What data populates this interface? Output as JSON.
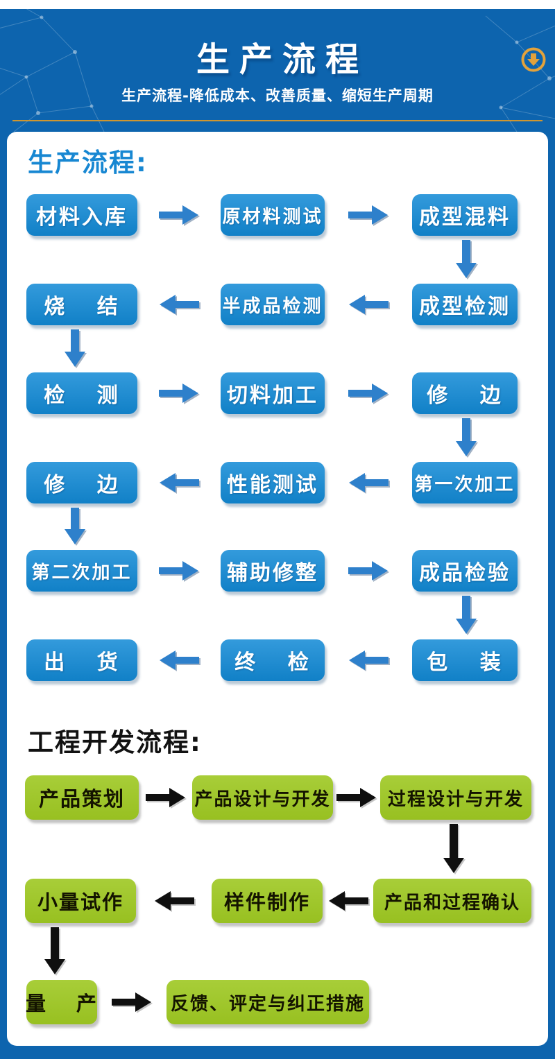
{
  "page": {
    "background_color": "#0d64ae"
  },
  "header": {
    "title": "生产流程",
    "subtitle": "生产流程-降低成本、改善质量、缩短生产周期",
    "scroll_icon": "circle-down-arrow-icon",
    "colors": {
      "background": "#0d64ae",
      "accent_gold": "#e2a23c",
      "title_text": "#ffffff"
    }
  },
  "sections": [
    {
      "id": "production-flow",
      "heading": "生产流程:",
      "heading_color": "#1787d2",
      "theme": "blue",
      "box_color": "#128ad6",
      "box_text_color": "#ffffff",
      "arrow_color": "#2e80cb",
      "rows": [
        {
          "direction": "right",
          "boxes": [
            "材料入库",
            "原材料测试",
            "成型混料"
          ]
        },
        {
          "direction": "left",
          "boxes": [
            "烧 结",
            "半成品检测",
            "成型检测"
          ]
        },
        {
          "direction": "right",
          "boxes": [
            "检 测",
            "切料加工",
            "修 边"
          ]
        },
        {
          "direction": "left",
          "boxes": [
            "修 边",
            "性能测试",
            "第一次加工"
          ]
        },
        {
          "direction": "right",
          "boxes": [
            "第二次加工",
            "辅助修整",
            "成品检验"
          ]
        },
        {
          "direction": "left",
          "boxes": [
            "出 货",
            "终 检",
            "包 装"
          ]
        }
      ],
      "row_connectors": [
        {
          "from_row": 0,
          "to_row": 1,
          "column": 2
        },
        {
          "from_row": 1,
          "to_row": 2,
          "column": 0
        },
        {
          "from_row": 2,
          "to_row": 3,
          "column": 2
        },
        {
          "from_row": 3,
          "to_row": 4,
          "column": 0
        },
        {
          "from_row": 4,
          "to_row": 5,
          "column": 2
        }
      ]
    },
    {
      "id": "engineering-flow",
      "heading": "工程开发流程:",
      "heading_color": "#111111",
      "theme": "green",
      "box_color": "#9ec822",
      "box_text_color": "#141400",
      "arrow_color": "#0f0f0f",
      "rows": [
        {
          "direction": "right",
          "boxes": [
            "产品策划",
            "产品设计与开发",
            "过程设计与开发"
          ]
        },
        {
          "direction": "left",
          "boxes": [
            "小量试作",
            "样件制作",
            "产品和过程确认"
          ]
        },
        {
          "direction": "right",
          "boxes": [
            "量 产",
            "反馈、评定与纠正措施"
          ]
        }
      ],
      "row_connectors": [
        {
          "from_row": 0,
          "to_row": 1,
          "column": 2
        },
        {
          "from_row": 1,
          "to_row": 2,
          "column": 0
        }
      ]
    }
  ]
}
